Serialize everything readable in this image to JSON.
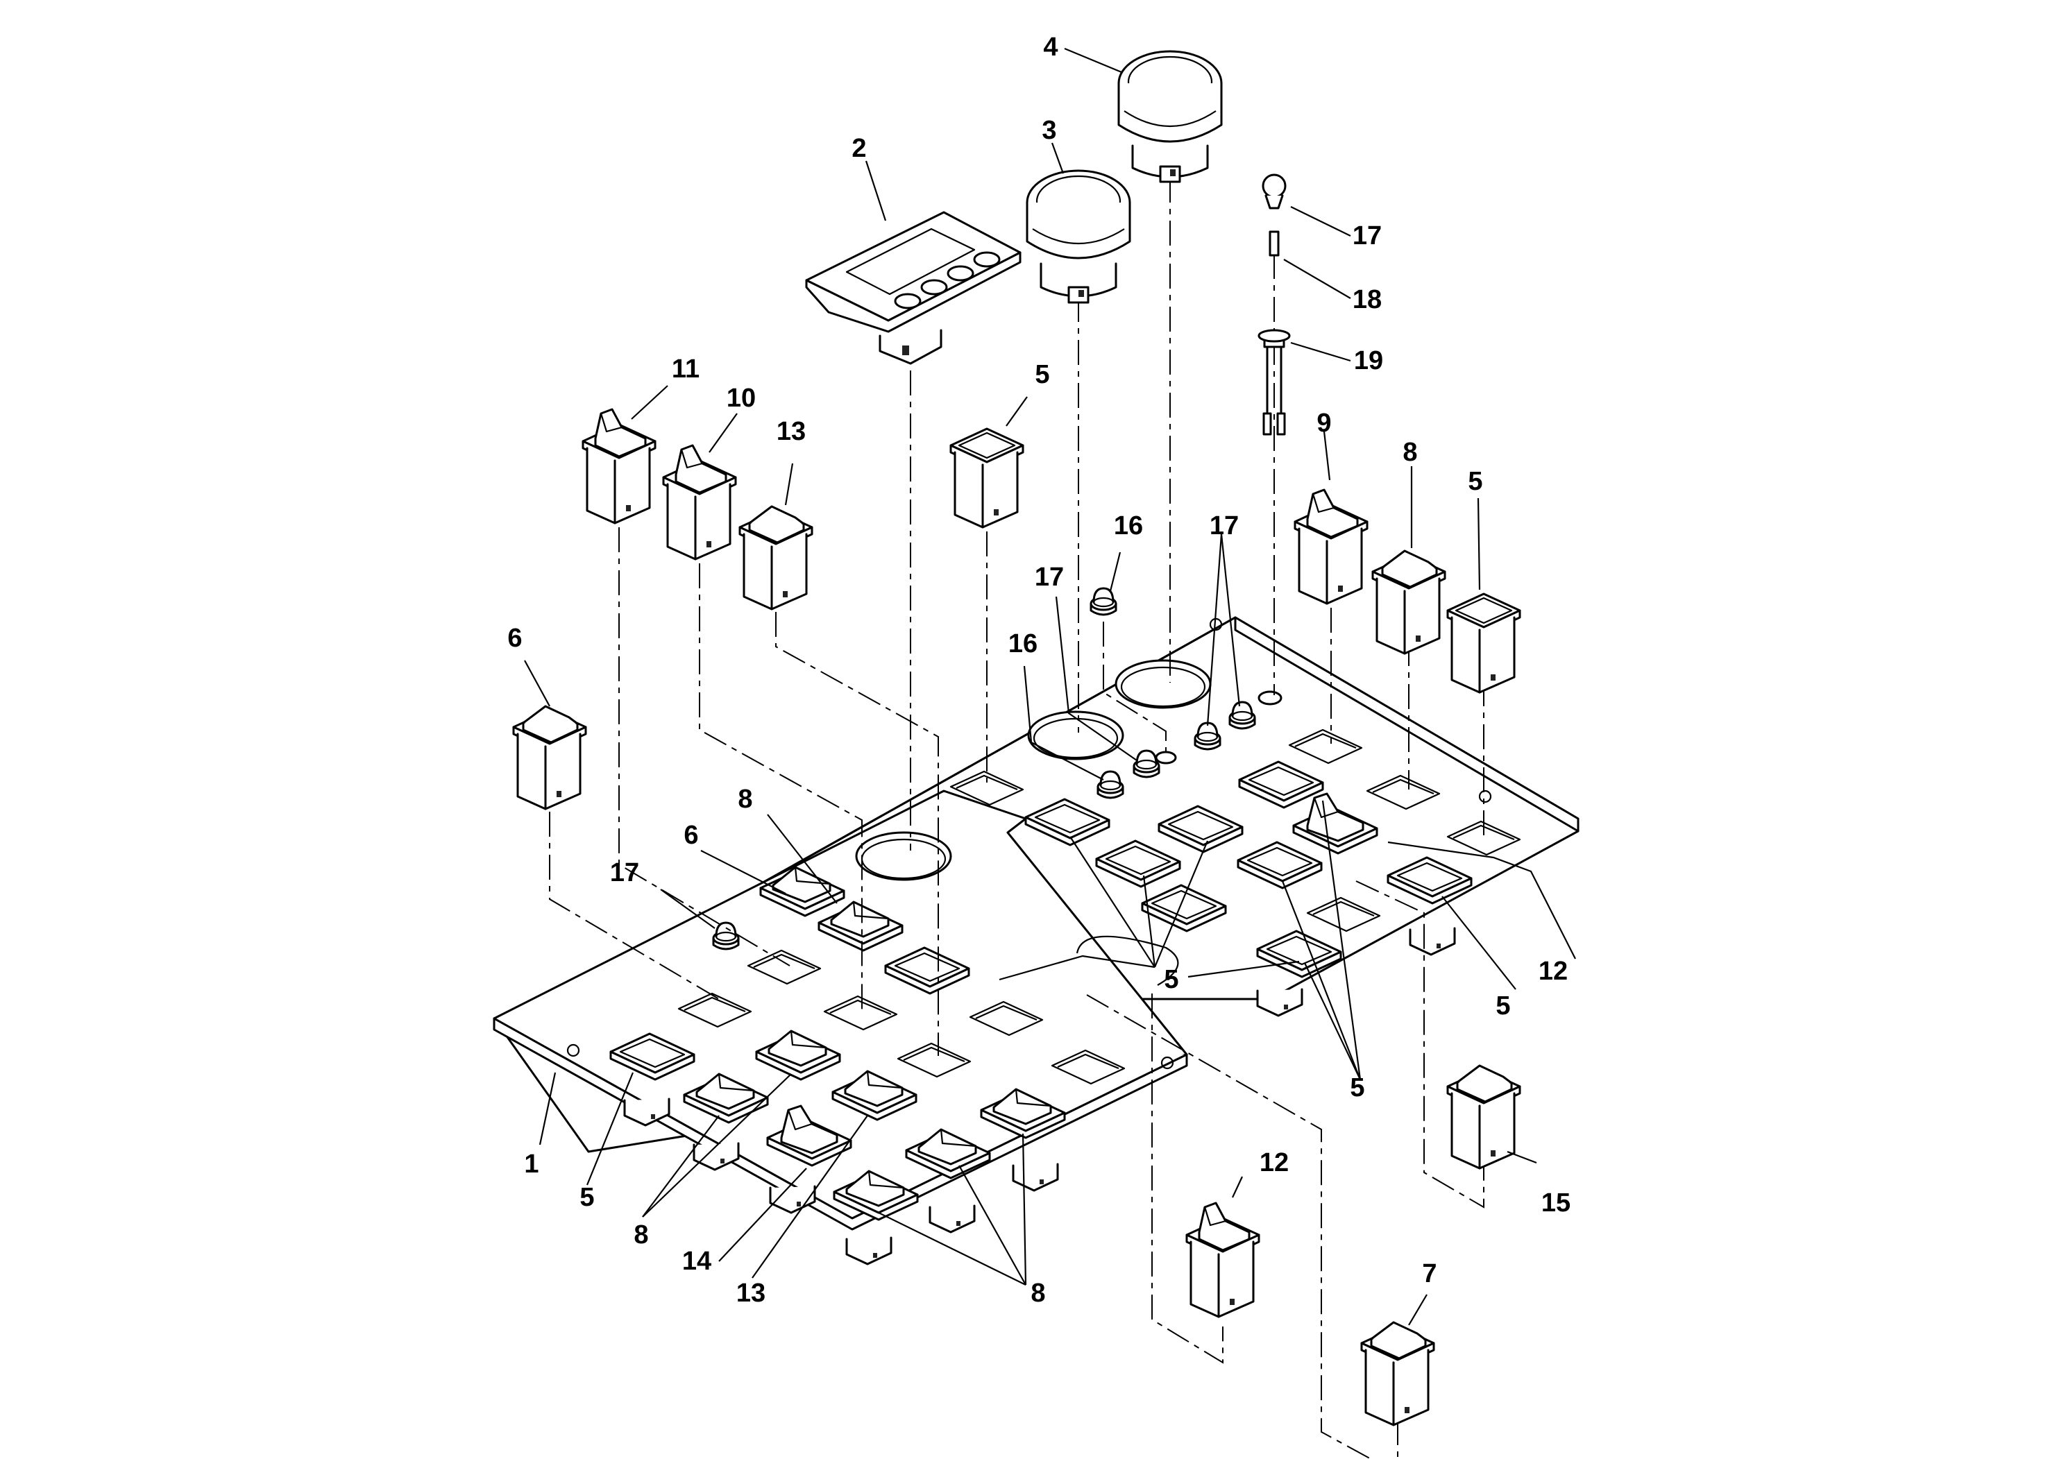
{
  "diagram": {
    "callouts": [
      {
        "id": "c1",
        "label": "1"
      },
      {
        "id": "c2",
        "label": "2"
      },
      {
        "id": "c3",
        "label": "3"
      },
      {
        "id": "c4",
        "label": "4"
      },
      {
        "id": "c5a",
        "label": "5"
      },
      {
        "id": "c5b",
        "label": "5"
      },
      {
        "id": "c5c",
        "label": "5"
      },
      {
        "id": "c5d",
        "label": "5"
      },
      {
        "id": "c5e",
        "label": "5"
      },
      {
        "id": "c5f",
        "label": "5"
      },
      {
        "id": "c6a",
        "label": "6"
      },
      {
        "id": "c6b",
        "label": "6"
      },
      {
        "id": "c7",
        "label": "7"
      },
      {
        "id": "c8a",
        "label": "8"
      },
      {
        "id": "c8b",
        "label": "8"
      },
      {
        "id": "c8c",
        "label": "8"
      },
      {
        "id": "c8d",
        "label": "8"
      },
      {
        "id": "c9",
        "label": "9"
      },
      {
        "id": "c10",
        "label": "10"
      },
      {
        "id": "c11",
        "label": "11"
      },
      {
        "id": "c12a",
        "label": "12"
      },
      {
        "id": "c12b",
        "label": "12"
      },
      {
        "id": "c13a",
        "label": "13"
      },
      {
        "id": "c13b",
        "label": "13"
      },
      {
        "id": "c14",
        "label": "14"
      },
      {
        "id": "c15",
        "label": "15"
      },
      {
        "id": "c16a",
        "label": "16"
      },
      {
        "id": "c16b",
        "label": "16"
      },
      {
        "id": "c17a",
        "label": "17"
      },
      {
        "id": "c17b",
        "label": "17"
      },
      {
        "id": "c17c",
        "label": "17"
      },
      {
        "id": "c17d",
        "label": "17"
      },
      {
        "id": "c18",
        "label": "18"
      },
      {
        "id": "c19",
        "label": "19"
      }
    ]
  }
}
